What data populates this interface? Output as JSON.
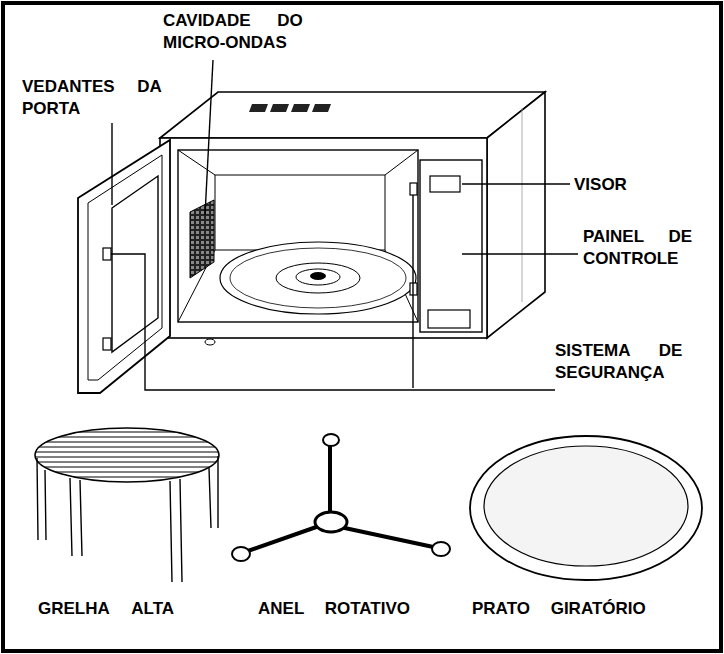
{
  "diagram": {
    "labels": [
      "CAVIDADE DO MICRO-ONDAS",
      "VEDANTES DA PORTA",
      "VISOR",
      "PAINEL DE CONTROLE",
      "SISTEMA DE SEGURANÇA",
      "GRELHA ALTA",
      "ANEL ROTATIVO",
      "PRATO GIRATÓRIO"
    ]
  }
}
